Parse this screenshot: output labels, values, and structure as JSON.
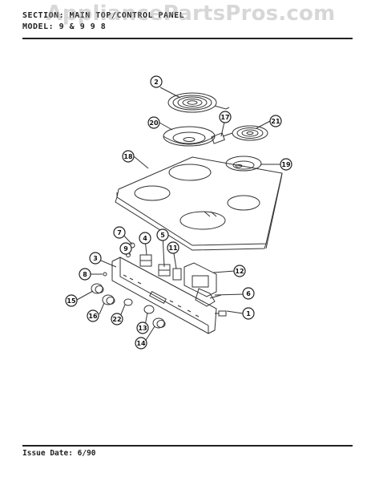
{
  "header": {
    "section_line": "SECTION: MAIN TOP/CONTROL PANEL",
    "model_line": "MODEL: 9 & 9 9 8"
  },
  "watermark": "AppliancePartsPros.com",
  "footer": {
    "issue_date": "Issue Date: 6/90"
  },
  "callouts": [
    "1",
    "2",
    "3",
    "4",
    "5",
    "6",
    "7",
    "8",
    "9",
    "11",
    "12",
    "13",
    "14",
    "15",
    "16",
    "17",
    "18",
    "19",
    "20",
    "21",
    "22"
  ],
  "colors": {
    "ink": "#222222",
    "watermark": "#969696",
    "background": "#ffffff"
  }
}
